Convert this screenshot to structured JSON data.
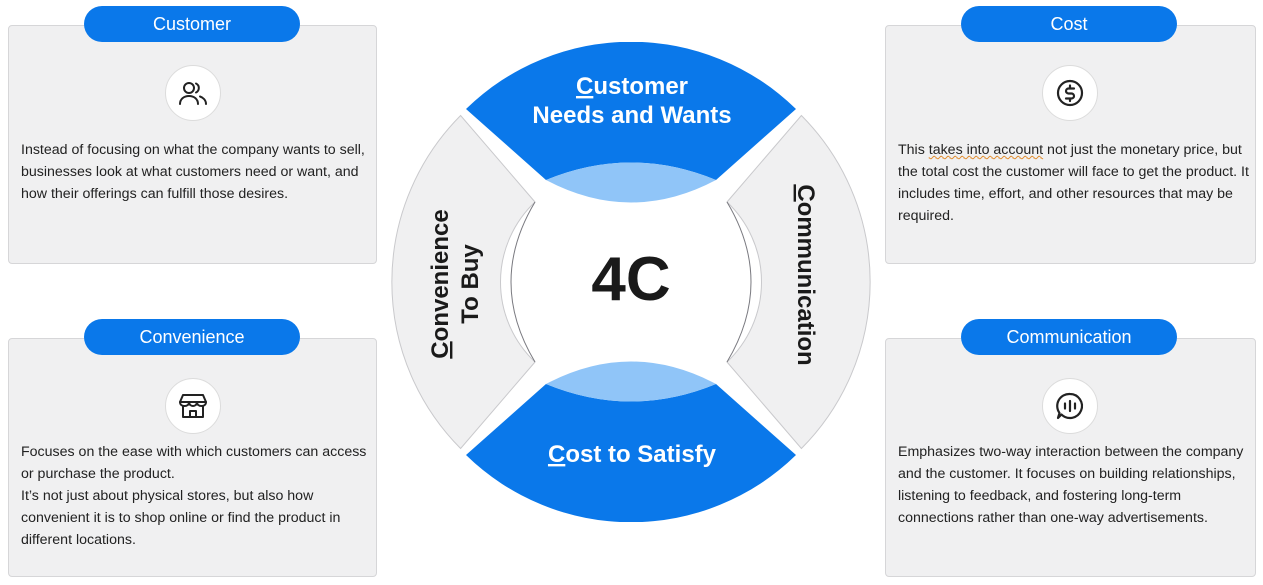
{
  "center_label": "4C",
  "quadrants": {
    "top": {
      "first_letter": "C",
      "line1_rest": "ustomer",
      "line2": "Needs and Wants"
    },
    "right": {
      "first_letter": "C",
      "rest": "ommunication"
    },
    "bottom": {
      "first_letter": "C",
      "rest": "ost to Satisfy"
    },
    "left": {
      "first_letter": "C",
      "line1_rest": "onvenience",
      "line2": "To Buy"
    }
  },
  "cards": {
    "customer": {
      "title": "Customer",
      "icon": "users-icon",
      "text": "Instead of focusing on what the company wants to sell, businesses look at what customers need or want, and how their offerings can fulfill those desires."
    },
    "cost": {
      "title": "Cost",
      "icon": "dollar-coin-icon",
      "text_pre": "This ",
      "text_wavy": "takes into account",
      "text_post": " not just the monetary price, but the total cost the customer will face to get the product. It includes time, effort, and other resources that may be required."
    },
    "convenience": {
      "title": "Convenience",
      "icon": "store-icon",
      "text1": "Focuses on the ease with which customers can access or purchase the product.",
      "text2": "It’s not just about physical stores, but also how convenient it is to shop online or find the product in different locations."
    },
    "communication": {
      "title": "Communication",
      "icon": "chat-bubble-icon",
      "text": "Emphasizes two-way interaction between the company and the customer. It focuses on building relationships, listening to feedback, and fostering long-term connections rather than one-way advertisements."
    }
  },
  "colors": {
    "accent": "#0a78ea",
    "light_blue": "#90c5f8",
    "card_bg": "#f0f0f1",
    "side_segment": "#f0f0f1"
  }
}
